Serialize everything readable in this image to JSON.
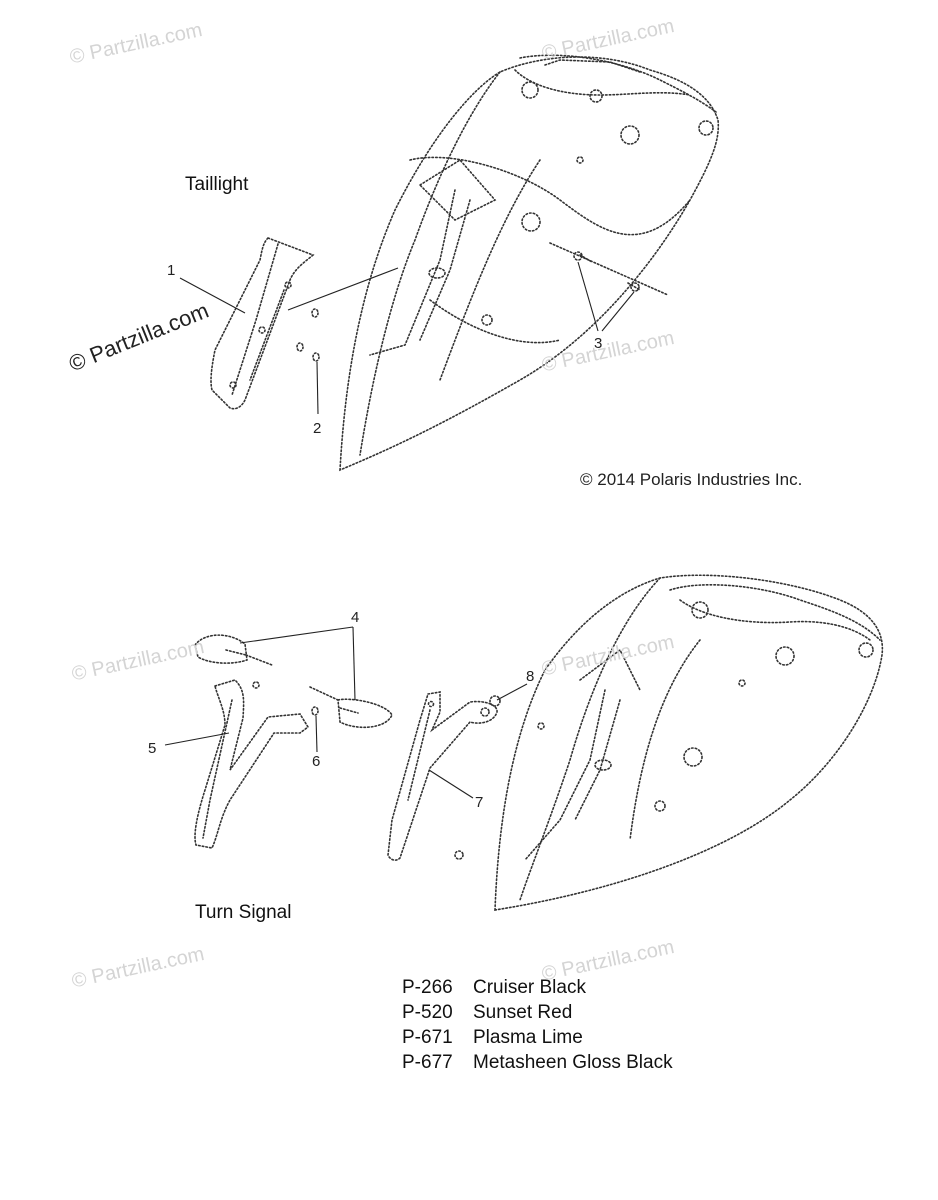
{
  "sections": {
    "taillight": "Taillight",
    "turn_signal": "Turn Signal"
  },
  "copyright": "© 2014 Polaris Industries Inc.",
  "watermark": "© Partzilla.com",
  "callouts": [
    "1",
    "2",
    "3",
    "4",
    "5",
    "6",
    "7",
    "8"
  ],
  "paint_codes": [
    {
      "code": "P-266",
      "name": "Cruiser Black"
    },
    {
      "code": "P-520",
      "name": "Sunset Red"
    },
    {
      "code": "P-671",
      "name": "Plasma Lime"
    },
    {
      "code": "P-677",
      "name": "Metasheen Gloss Black"
    }
  ]
}
